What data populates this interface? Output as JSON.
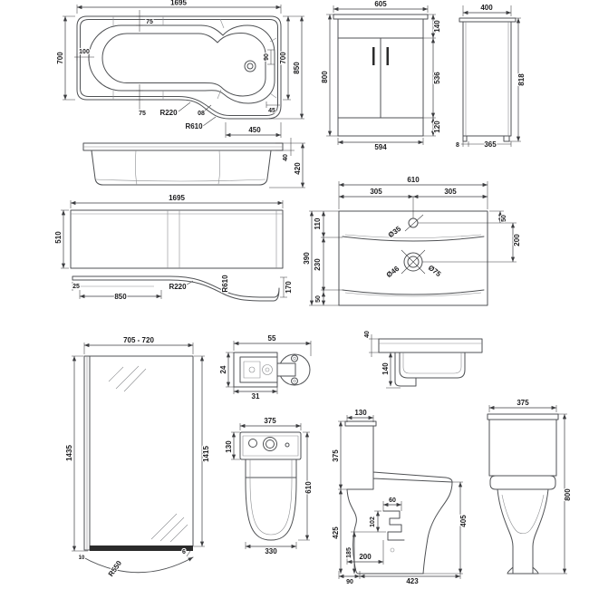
{
  "meta": {
    "background": "#ffffff",
    "line_color": "#4f5154",
    "dim_color": "#3c3d40",
    "text_color": "#1b1b1d",
    "solid_bar_color": "#2b2b2b"
  },
  "views": {
    "bath_plan": {
      "length": "1695",
      "depth": "700",
      "rim_top": "75",
      "rim_left": "100",
      "waste_offset": "90",
      "depth_right": "700",
      "overall_width": "850",
      "rim_bottom": "75",
      "radius_inner": "R220",
      "transition": "08",
      "radius_outer": "R610",
      "shower_end": "450",
      "corner": "45"
    },
    "bath_side": {
      "rim_height": "40",
      "total_height": "420"
    },
    "bath_panel": {
      "length": "1695",
      "height": "510"
    },
    "panel_profile": {
      "lip": "25",
      "flat": "850",
      "radius_inner": "R220",
      "radius_outer": "R610",
      "end_height": "170"
    },
    "vanity_front": {
      "width": "605",
      "height": "800",
      "right_chain": [
        "140",
        "536",
        "120"
      ],
      "base_width": "594"
    },
    "vanity_side": {
      "depth": "400",
      "height": "818",
      "toe": "8",
      "base_depth": "365"
    },
    "basin_plan": {
      "width": "610",
      "halves": [
        "305",
        "305"
      ],
      "tap_hole": "Ø35",
      "overflow": "Ø46",
      "waste": "Ø75",
      "right_chain": [
        "50",
        "200"
      ],
      "depth": "390",
      "left_chain": [
        "110",
        "230",
        "50"
      ]
    },
    "basin_side": {
      "rim": "40",
      "bowl_depth": "140"
    },
    "screen": {
      "width": "705 - 720",
      "height_wall": "1435",
      "height_outer": "1415",
      "radius": "R550",
      "glass": "6",
      "profile": "10"
    },
    "profile_section": {
      "width": "55",
      "depth": "24",
      "channel": "31"
    },
    "wc_front": {
      "cistern_width": "375",
      "cistern_height": "130",
      "height": "610",
      "pan_width": "330"
    },
    "wc_side": {
      "cistern_depth": "130",
      "cistern_height": "375",
      "pan_height": "425",
      "trap_width": "60",
      "trap_height": "102",
      "outlet_height": "185",
      "seat_height": "405",
      "setout": "200",
      "bottom_chain": [
        "90",
        "423"
      ]
    },
    "wc_back": {
      "width": "375",
      "height": "800"
    }
  }
}
